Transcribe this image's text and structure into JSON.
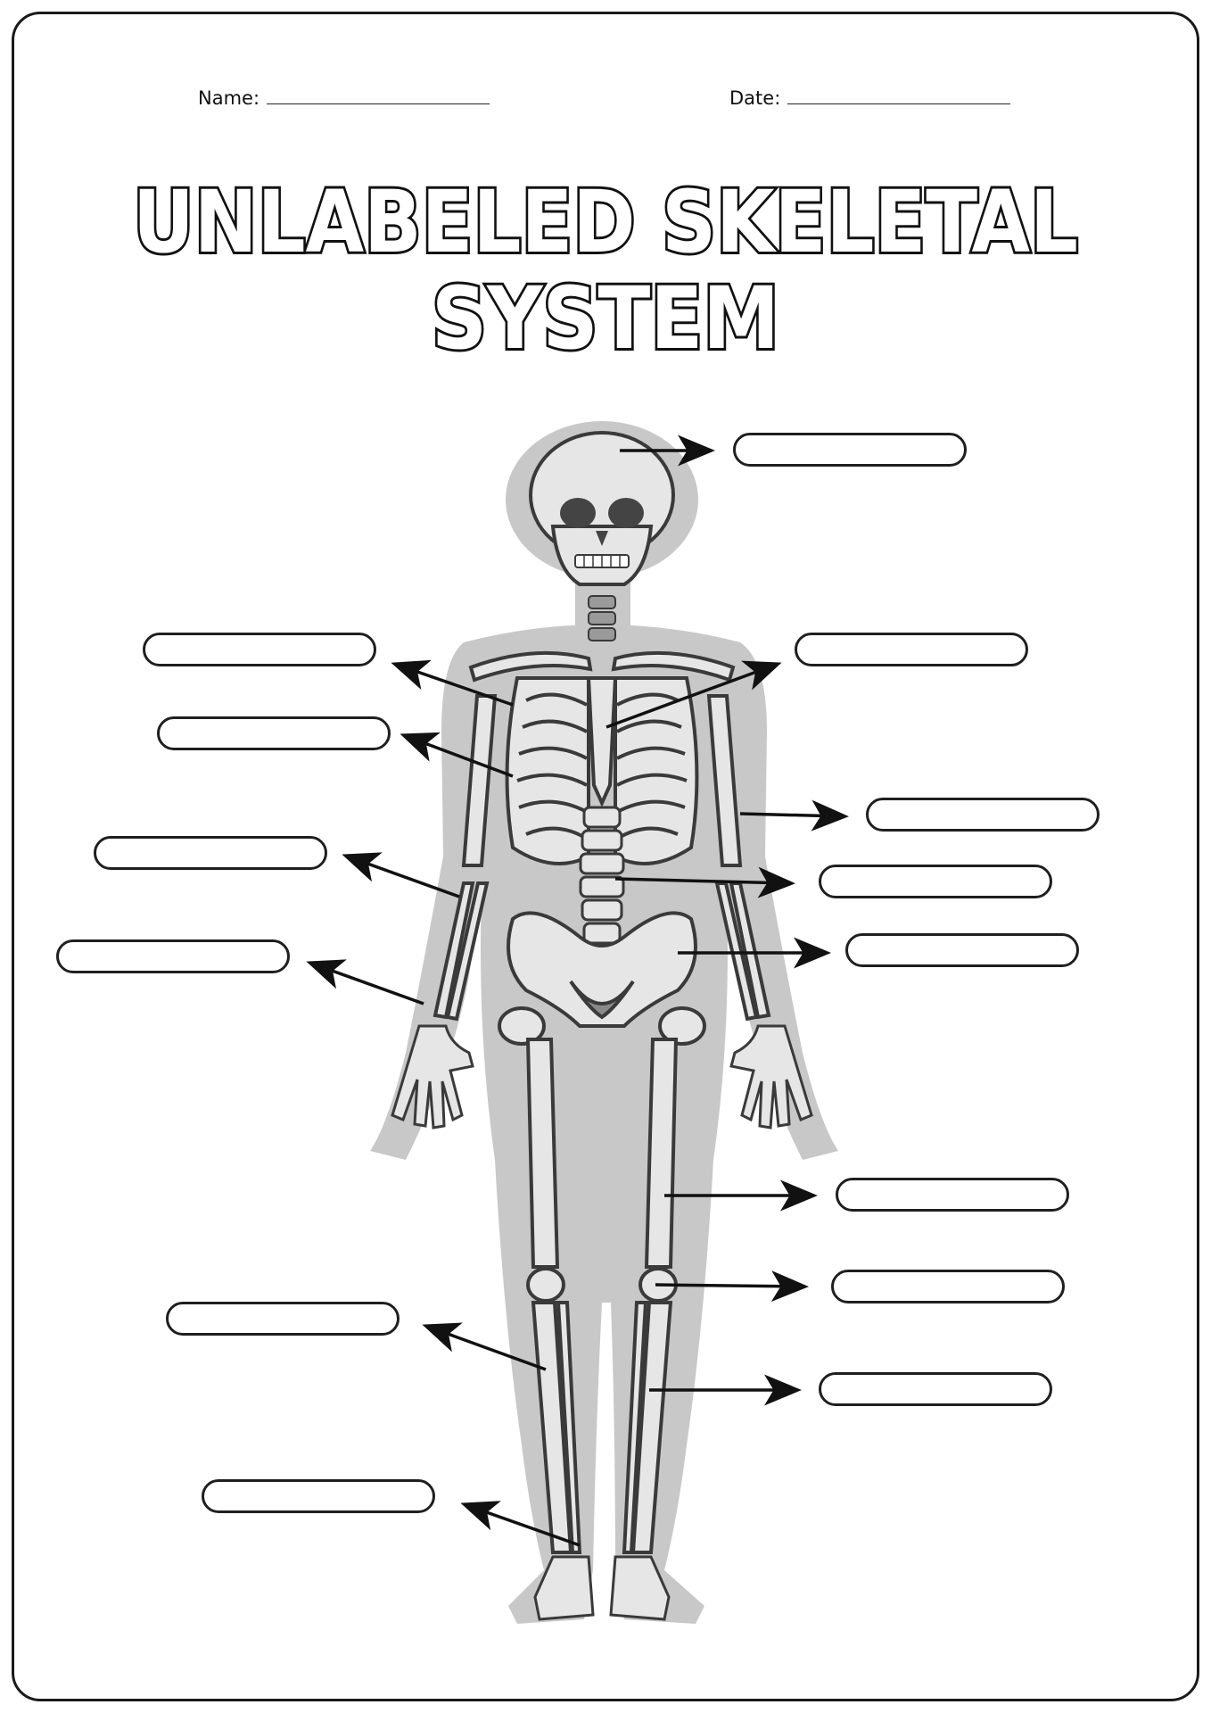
{
  "header": {
    "name_label": "Name:",
    "date_label": "Date:"
  },
  "title": {
    "line1": "UNLABELED SKELETAL",
    "line2": "SYSTEM"
  },
  "colors": {
    "border": "#1a1a1a",
    "body_silhouette": "#c9c9c9",
    "bone_fill": "#e6e6e6",
    "bone_shadow": "#8a8a8a",
    "outline": "#3a3a3a"
  },
  "label_boxes": [
    {
      "id": "skull",
      "text": ""
    },
    {
      "id": "clavicle",
      "text": ""
    },
    {
      "id": "sternum",
      "text": ""
    },
    {
      "id": "ribs",
      "text": ""
    },
    {
      "id": "humerus",
      "text": ""
    },
    {
      "id": "radius",
      "text": ""
    },
    {
      "id": "ulna",
      "text": ""
    },
    {
      "id": "vertebral-column",
      "text": ""
    },
    {
      "id": "pelvis",
      "text": ""
    },
    {
      "id": "femur",
      "text": ""
    },
    {
      "id": "patella",
      "text": ""
    },
    {
      "id": "tibia",
      "text": ""
    },
    {
      "id": "fibula",
      "text": ""
    },
    {
      "id": "tarsals",
      "text": ""
    }
  ]
}
